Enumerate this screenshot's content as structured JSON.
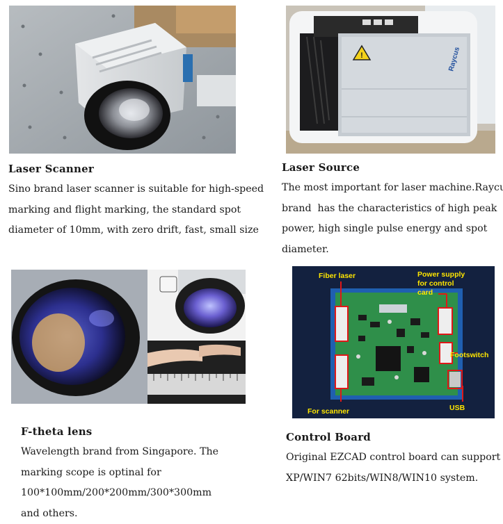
{
  "sections": {
    "scanner": {
      "title": "Laser Scanner",
      "lines": [
        "Sino brand laser scanner is suitable for high-speed",
        "marking and flight marking, the standard spot",
        "diameter of 10mm, with zero drift, fast, small size"
      ]
    },
    "source": {
      "title": "Laser Source",
      "lines": [
        "The most important for laser machine.Raycus",
        "brand  has the characteristics of high peak",
        "power, high single pulse energy and spot",
        "diameter."
      ],
      "brand_label": "Raycus"
    },
    "lens": {
      "title": "F-theta lens",
      "lines": [
        "Wavelength brand from Singapore. The",
        "marking scope is optinal for",
        "100*100mm/200*200mm/300*300mm",
        "and others."
      ]
    },
    "board": {
      "title": "Control Board",
      "lines": [
        "Original EZCAD control board can support",
        "XP/WIN7 62bits/WIN8/WIN10 system."
      ],
      "labels": {
        "fiber": "Fiber laser",
        "power1": "Power supply",
        "power2": "for control",
        "power3": "card",
        "footswitch": "Footswitch",
        "usb": "USB",
        "scanner": "For scanner"
      }
    }
  },
  "colors": {
    "text": "#1a1a1a",
    "board_bg": "#13213f",
    "label_yellow": "#ffe600",
    "pcb_green": "#2f8f4a",
    "pointer_red": "#e01818"
  }
}
